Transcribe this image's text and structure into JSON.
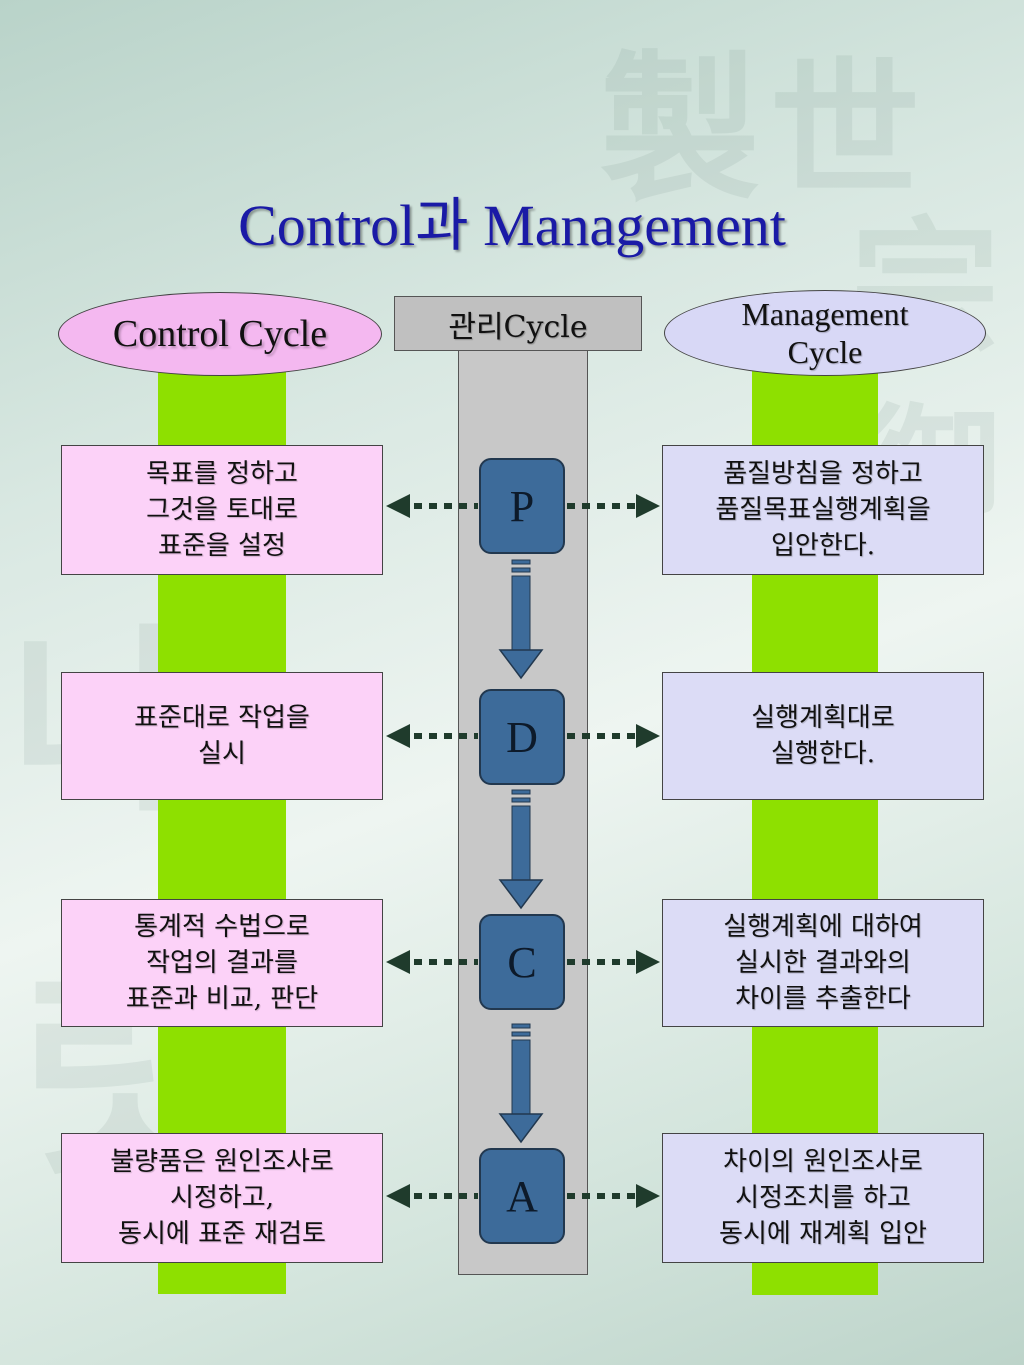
{
  "title": "Control과 Management",
  "center_header": "관리Cycle",
  "left_header": "Control Cycle",
  "right_header": "Management\nCycle",
  "stages": [
    {
      "phase": "P",
      "control": "목표를 정하고\n그것을 토대로\n표준을 설정",
      "management": "품질방침을 정하고\n품질목표실행계획을\n입안한다."
    },
    {
      "phase": "D",
      "control": "표준대로 작업을\n실시",
      "management": "실행계획대로\n실행한다."
    },
    {
      "phase": "C",
      "control": "통계적 수법으로\n작업의 결과를\n표준과 비교, 판단",
      "management": "실행계획에 대하여\n실시한 결과와의\n차이를 추출한다"
    },
    {
      "phase": "A",
      "control": "불량품은 원인조사로\n시정하고,\n동시에 표준 재검토",
      "management": "차이의 원인조사로\n시정조치를 하고\n동시에 재계획 입안"
    }
  ],
  "colors": {
    "title": "#1a1aa6",
    "bar_green": "#8ee000",
    "phase_box": "#3d6b9a",
    "control_card": "#fcd2f8",
    "management_card": "#dcdcf6"
  }
}
